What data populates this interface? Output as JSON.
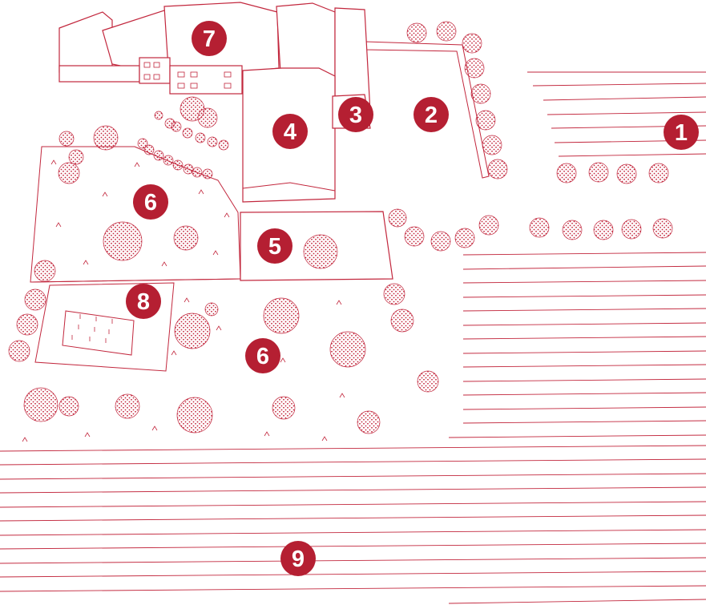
{
  "colors": {
    "accent": "#c2273d",
    "marker_fill": "#b51f32",
    "background": "#ffffff"
  },
  "markers": [
    {
      "id": "1",
      "label": "1"
    },
    {
      "id": "2",
      "label": "2"
    },
    {
      "id": "3",
      "label": "3"
    },
    {
      "id": "4",
      "label": "4"
    },
    {
      "id": "5",
      "label": "5"
    },
    {
      "id": "6a",
      "label": "6"
    },
    {
      "id": "6b",
      "label": "6"
    },
    {
      "id": "7",
      "label": "7"
    },
    {
      "id": "8",
      "label": "8"
    },
    {
      "id": "9",
      "label": "9"
    }
  ]
}
